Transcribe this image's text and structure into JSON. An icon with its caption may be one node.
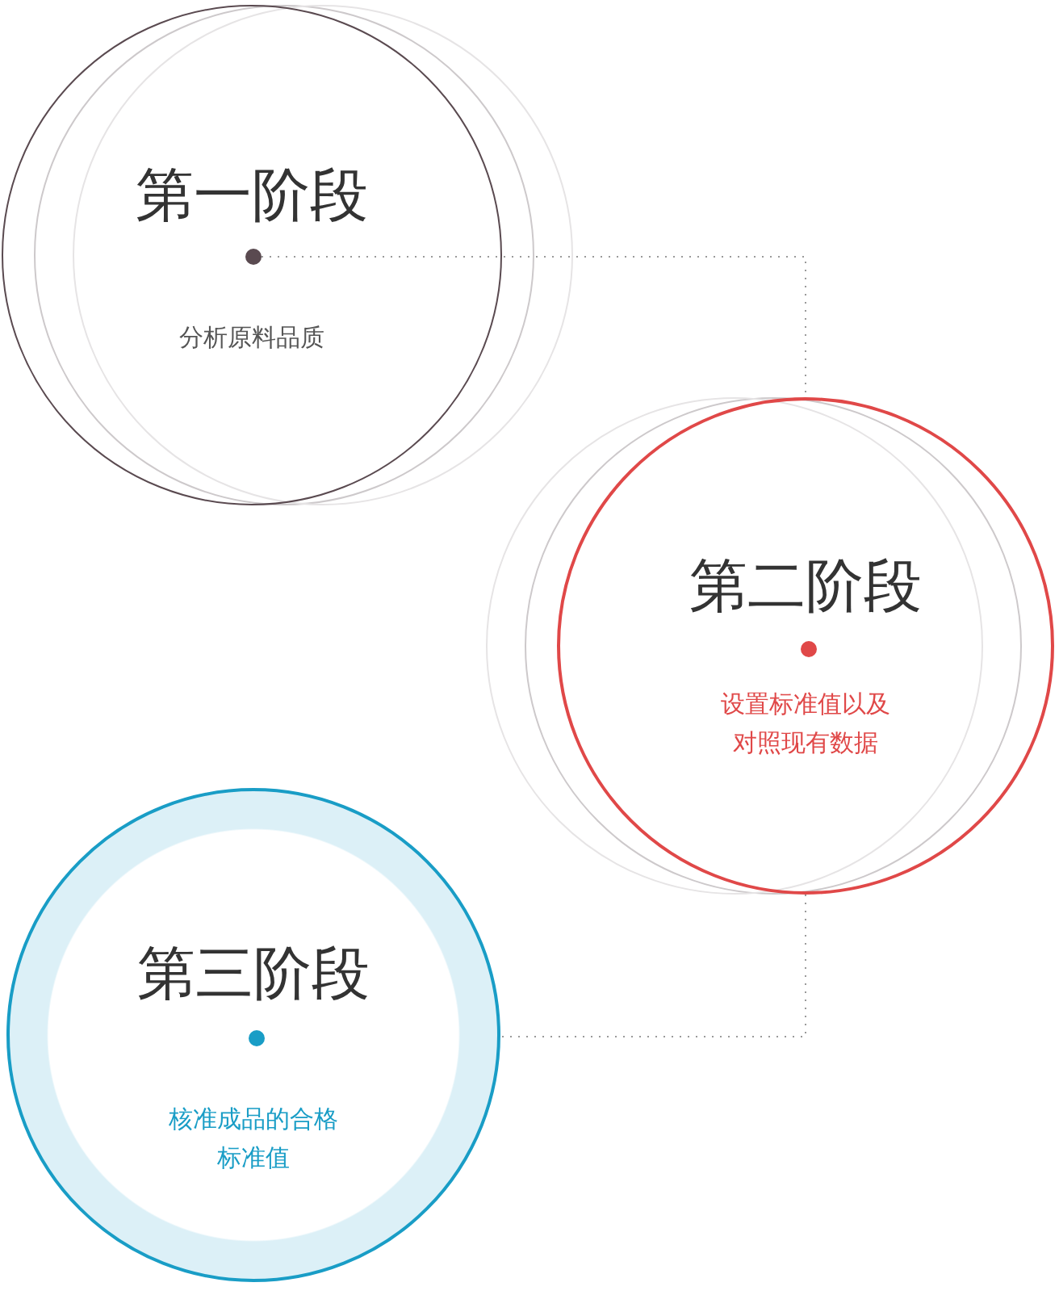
{
  "diagram": {
    "nodes": [
      {
        "text": [
          "第一阶段",
          "分析原料品质"
        ]
      },
      {
        "text": [],
        "shape": "circle",
        "in": 0
      },
      {
        "text": [
          "第二阶段",
          "设置标准值以及对照现有数据"
        ]
      },
      {
        "text": [],
        "shape": "circle",
        "in": 2
      },
      {
        "text": [
          "第三阶段",
          "核准成品的合格标准值"
        ]
      },
      {
        "text": [],
        "shape": "circle",
        "in": 4
      }
    ],
    "edges": [
      {
        "from": 1,
        "to": 2,
        "arrow": "none",
        "style": "dashed"
      },
      {
        "from": 2,
        "to": 5,
        "arrow": "none",
        "style": "dashed"
      }
    ]
  }
}
